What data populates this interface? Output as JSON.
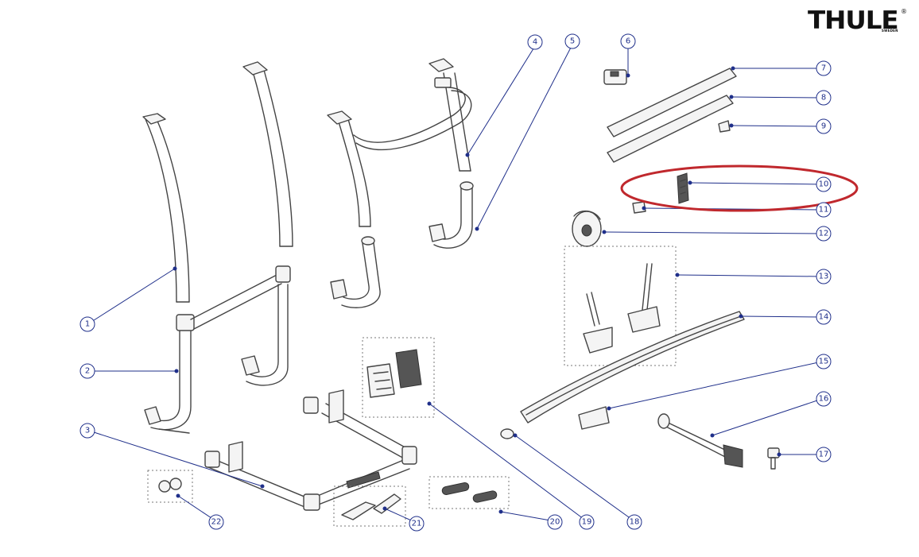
{
  "brand": {
    "name": "THULE",
    "registered": "®",
    "tagline": "SWEDEN"
  },
  "callouts": [
    "1",
    "2",
    "3",
    "4",
    "5",
    "6",
    "7",
    "8",
    "9",
    "10",
    "11",
    "12",
    "13",
    "14",
    "15",
    "16",
    "17",
    "18",
    "19",
    "20",
    "21",
    "22"
  ],
  "highlighted_part": "10",
  "colors": {
    "leader": "#1f2f8a",
    "highlight": "#c0282d",
    "part_outline": "#444444"
  }
}
